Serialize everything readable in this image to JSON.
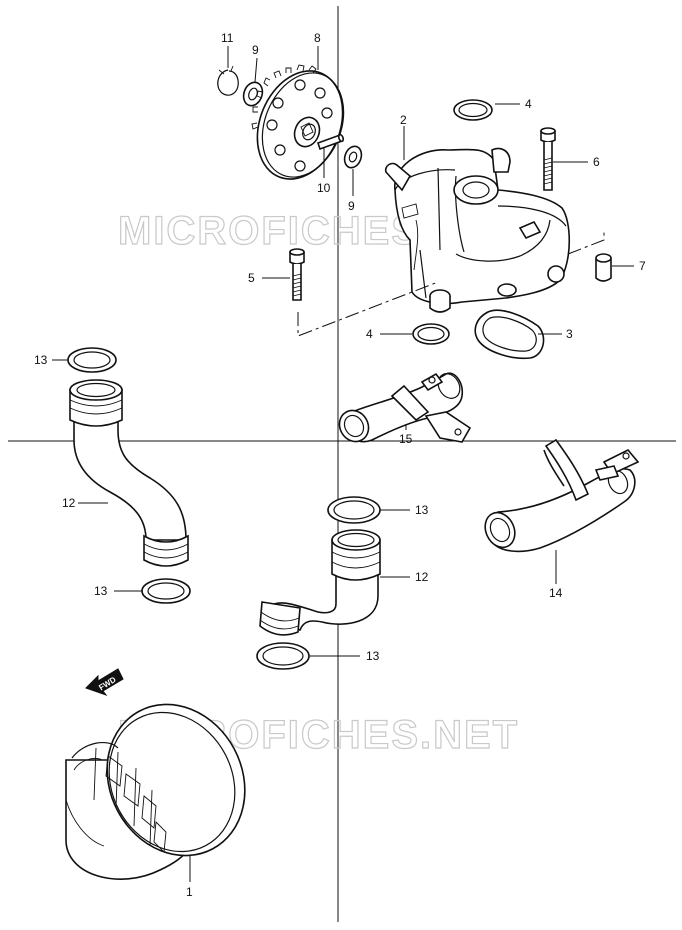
{
  "watermark": "MICROFICHES.NET",
  "fwd_label": "FWD",
  "callouts": {
    "c1": "1",
    "c2": "2",
    "c3": "3",
    "c4a": "4",
    "c4b": "4",
    "c5": "5",
    "c6": "6",
    "c7": "7",
    "c8": "8",
    "c9a": "9",
    "c9b": "9",
    "c10": "10",
    "c11": "11",
    "c12a": "12",
    "c12b": "12",
    "c13a": "13",
    "c13b": "13",
    "c13c": "13",
    "c13d": "13",
    "c14": "14",
    "c15": "15"
  }
}
